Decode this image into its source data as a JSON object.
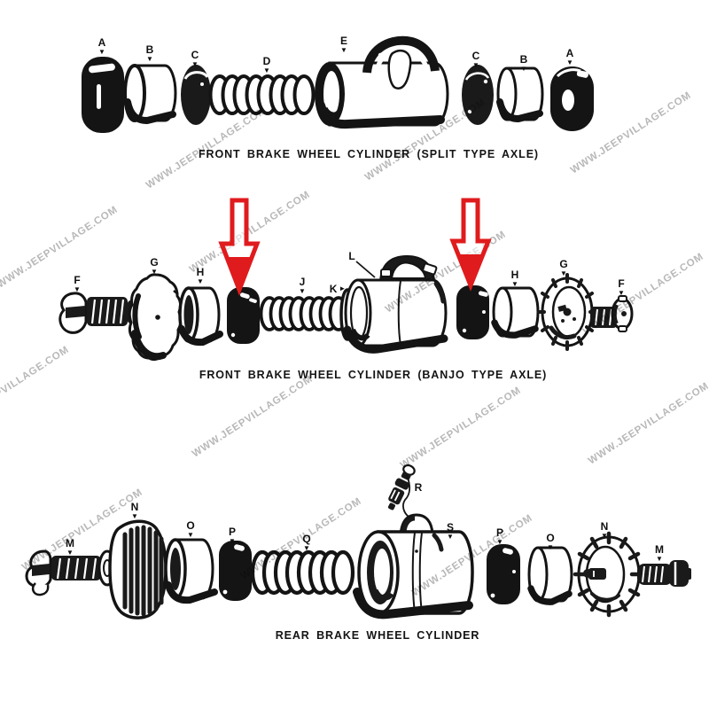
{
  "watermark": {
    "text": "WWW.JEEPVILLAGE.COM",
    "color": "#b0b0b0"
  },
  "annotations": {
    "arrow_color": "#e01b1d",
    "arrow_count": 2
  },
  "label_marker": "▼",
  "label_marker_right": "►",
  "diagrams": [
    {
      "id": "front-split",
      "caption": "FRONT BRAKE WHEEL CYLINDER (SPLIT TYPE AXLE)",
      "labels": [
        "A",
        "B",
        "C",
        "D",
        "E",
        "C",
        "B",
        "A"
      ]
    },
    {
      "id": "front-banjo",
      "caption": "FRONT BRAKE WHEEL CYLINDER (BANJO TYPE AXLE)",
      "labels": [
        "F",
        "G",
        "H",
        "J",
        "K",
        "L",
        "H",
        "G",
        "F"
      ]
    },
    {
      "id": "rear",
      "caption": "REAR BRAKE WHEEL CYLINDER",
      "labels": [
        "M",
        "N",
        "O",
        "P",
        "Q",
        "R",
        "S",
        "P",
        "O",
        "N",
        "M"
      ]
    }
  ]
}
